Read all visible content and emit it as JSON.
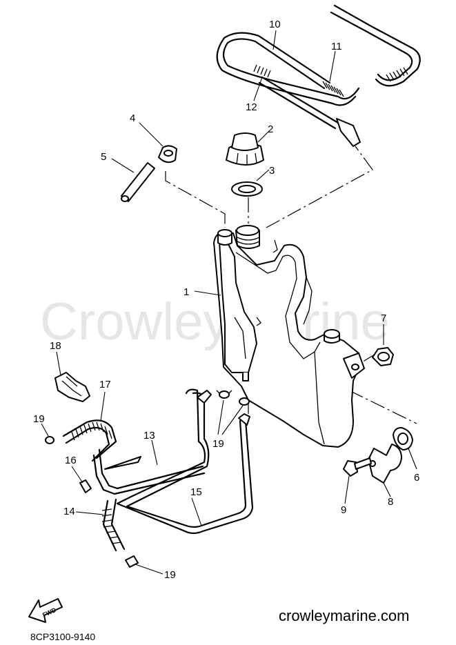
{
  "watermark": "CrowleyMarine",
  "website": "crowleymarine.com",
  "diagram_code": "8CP3100-9140",
  "fwd_label": "FWD",
  "callouts": [
    {
      "id": "c1",
      "label": "1"
    },
    {
      "id": "c2",
      "label": "2"
    },
    {
      "id": "c3",
      "label": "3"
    },
    {
      "id": "c4",
      "label": "4"
    },
    {
      "id": "c5",
      "label": "5"
    },
    {
      "id": "c6",
      "label": "6"
    },
    {
      "id": "c7",
      "label": "7"
    },
    {
      "id": "c8",
      "label": "8"
    },
    {
      "id": "c9",
      "label": "9"
    },
    {
      "id": "c10",
      "label": "10"
    },
    {
      "id": "c11",
      "label": "11"
    },
    {
      "id": "c12",
      "label": "12"
    },
    {
      "id": "c13",
      "label": "13"
    },
    {
      "id": "c14",
      "label": "14"
    },
    {
      "id": "c15",
      "label": "15"
    },
    {
      "id": "c16",
      "label": "16"
    },
    {
      "id": "c17",
      "label": "17"
    },
    {
      "id": "c18",
      "label": "18"
    },
    {
      "id": "c19a",
      "label": "19"
    },
    {
      "id": "c19b",
      "label": "19"
    },
    {
      "id": "c19c",
      "label": "19"
    }
  ]
}
